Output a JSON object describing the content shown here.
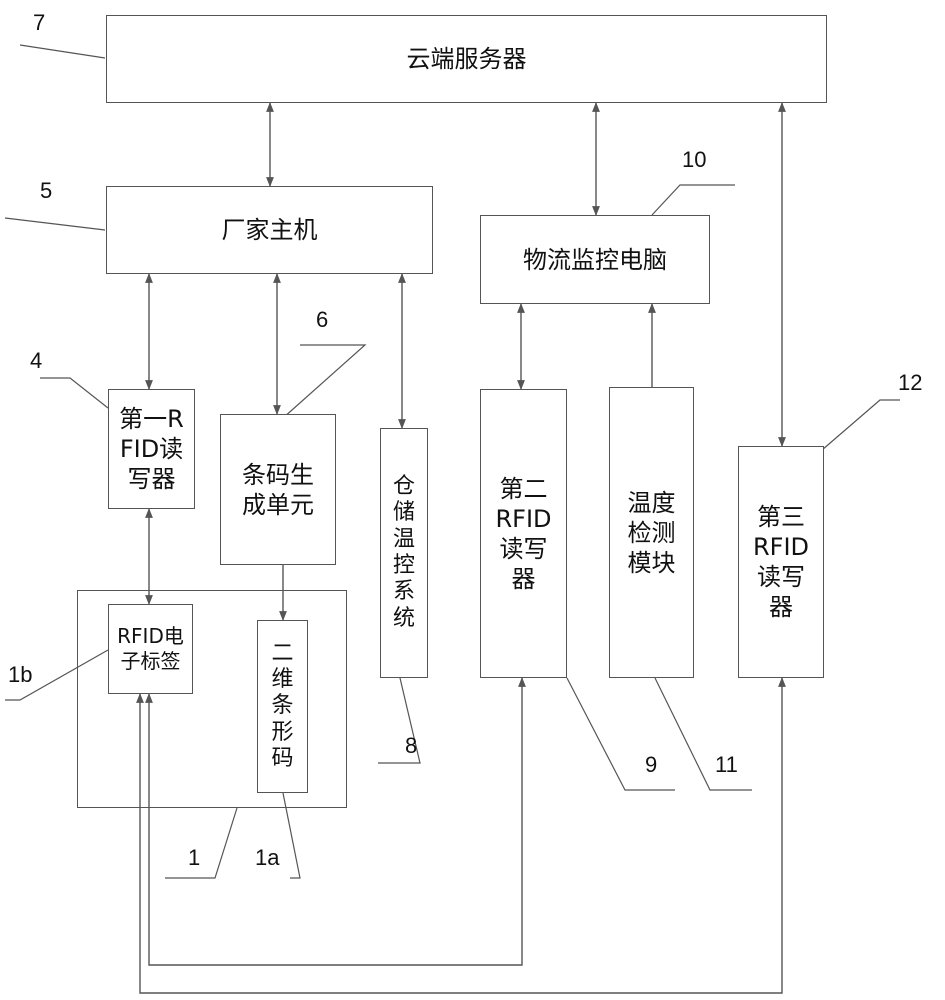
{
  "diagram": {
    "blocks": {
      "cloud_server": "云端服务器",
      "manufacturer_host": "厂家主机",
      "logistics_pc": "物流监控电脑",
      "rfid_reader_1": "第一R\nFID读\n写器",
      "barcode_unit": "条码生\n成单元",
      "warehouse_temp": "仓\n储\n温\n控\n系\n统",
      "rfid_reader_2": "第二\nRFID\n读写\n器",
      "temp_module": "温度\n检测\n模块",
      "rfid_reader_3": "第三\nRFID\n读写\n器",
      "rfid_tag": "RFID电\n子标签",
      "qr_code": "二\n维\n条\n形\n码"
    },
    "refs": {
      "r7": "7",
      "r5": "5",
      "r10": "10",
      "r6": "6",
      "r4": "4",
      "r12": "12",
      "r1b": "1b",
      "r8": "8",
      "r9": "9",
      "r11": "11",
      "r1": "1",
      "r1a": "1a"
    },
    "colors": {
      "line": "#555555",
      "text": "#111111",
      "background": "#ffffff"
    }
  }
}
